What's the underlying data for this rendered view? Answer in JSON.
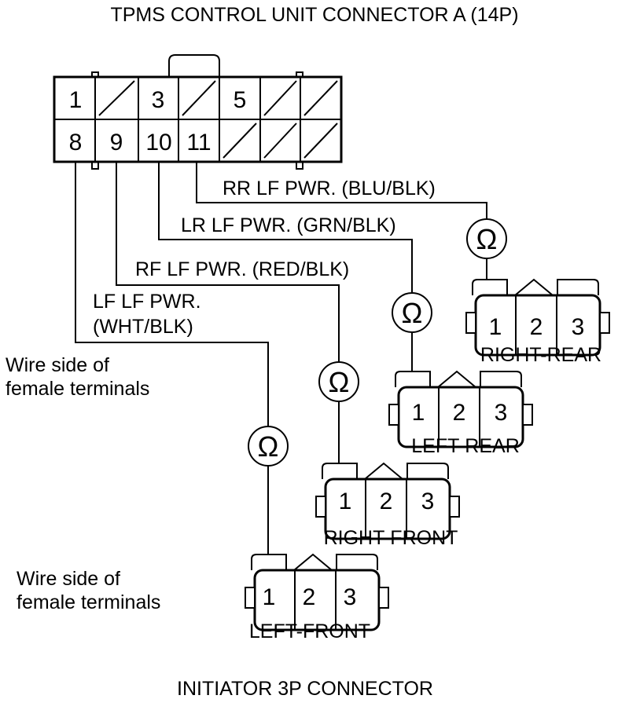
{
  "title": "TPMS CONTROL UNIT CONNECTOR A (14P)",
  "footer": "INITIATOR 3P CONNECTOR",
  "wire_side_label": [
    "Wire side of",
    "female terminals"
  ],
  "ohm_symbol": "Ω",
  "control_unit": {
    "top_row": [
      "1",
      "",
      "3",
      "",
      "5",
      "",
      ""
    ],
    "bottom_row": [
      "8",
      "9",
      "10",
      "11",
      "",
      "",
      ""
    ]
  },
  "wires": [
    {
      "id": "rr",
      "label": "RR LF PWR. (BLU/BLK)"
    },
    {
      "id": "lr",
      "label": "LR LF PWR. (GRN/BLK)"
    },
    {
      "id": "rf",
      "label": "RF LF PWR. (RED/BLK)"
    },
    {
      "id": "lf",
      "label": "LF LF PWR.",
      "label2": "(WHT/BLK)"
    }
  ],
  "initiators": [
    {
      "id": "right-rear",
      "name": "RIGHT-REAR",
      "pins": [
        "1",
        "2",
        "3"
      ]
    },
    {
      "id": "left-rear",
      "name": "LEFT-REAR",
      "pins": [
        "1",
        "2",
        "3"
      ]
    },
    {
      "id": "right-front",
      "name": "RIGHT-FRONT",
      "pins": [
        "1",
        "2",
        "3"
      ]
    },
    {
      "id": "left-front",
      "name": "LEFT-FRONT",
      "pins": [
        "1",
        "2",
        "3"
      ]
    }
  ]
}
